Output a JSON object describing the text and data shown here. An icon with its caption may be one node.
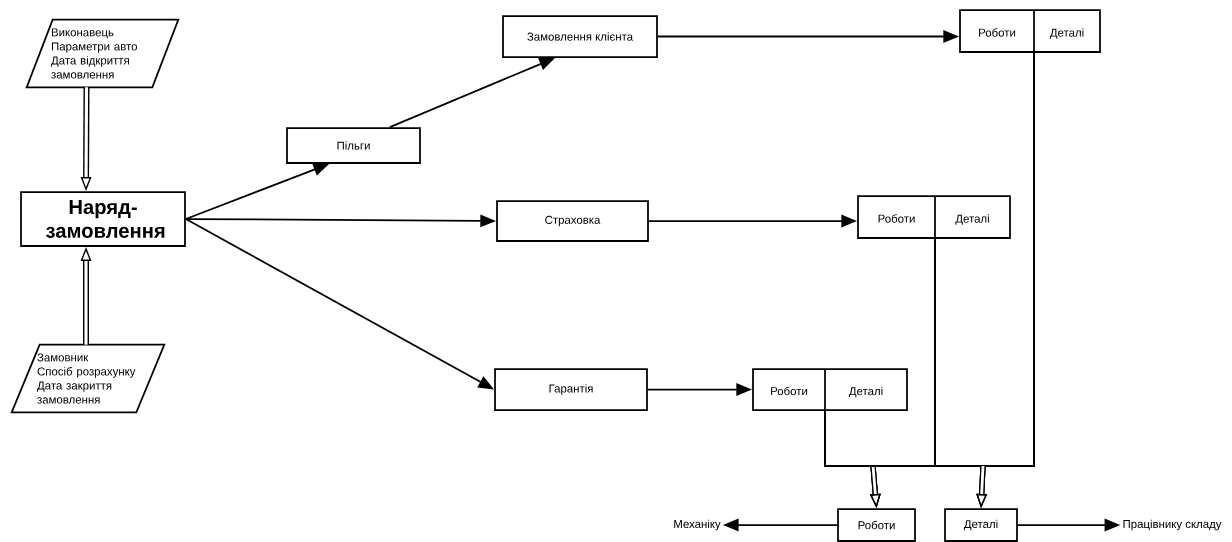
{
  "diagram": {
    "nodes": [
      {
        "text": [
          "Виконавець",
          "Параметри авто",
          "Дата відкриття замовлення"
        ]
      },
      {
        "text": [
          "Наряд-замовлення"
        ]
      },
      {
        "text": [
          "Замовник",
          "Спосіб розрахунку",
          "Дата закриття замовлення"
        ]
      },
      {
        "text": [
          "Пільги"
        ]
      },
      {
        "text": [
          "Замовлення клієнта"
        ]
      },
      {
        "text": [
          "Страховка"
        ]
      },
      {
        "text": [
          "Гарантія"
        ]
      },
      {
        "text": [
          "Роботи",
          "Деталі"
        ]
      },
      {
        "text": [
          "Роботи",
          "Деталі"
        ]
      },
      {
        "text": [
          "Роботи",
          "Деталі"
        ]
      },
      {
        "text": [
          "Роботи"
        ]
      },
      {
        "text": [
          "Деталі"
        ]
      },
      {
        "text": [
          "Механіку"
        ]
      },
      {
        "text": [
          "Працівнику складу"
        ]
      }
    ],
    "edges": [
      {
        "from": 0,
        "to": 1,
        "arrow": "to",
        "style": "thick"
      },
      {
        "from": 2,
        "to": 1,
        "arrow": "to",
        "style": "thick"
      },
      {
        "from": 1,
        "to": 3,
        "arrow": "to"
      },
      {
        "from": 3,
        "to": 4,
        "arrow": "to"
      },
      {
        "from": 1,
        "to": 5,
        "arrow": "to"
      },
      {
        "from": 1,
        "to": 6,
        "arrow": "to"
      },
      {
        "from": 4,
        "to": 7,
        "arrow": "to"
      },
      {
        "from": 5,
        "to": 8,
        "arrow": "to"
      },
      {
        "from": 6,
        "to": 9,
        "arrow": "to"
      },
      {
        "from": 7,
        "to": 10,
        "arrow": "to"
      },
      {
        "from": 7,
        "to": 11,
        "arrow": "to"
      },
      {
        "from": 8,
        "to": 10,
        "arrow": "to"
      },
      {
        "from": 8,
        "to": 11,
        "arrow": "to"
      },
      {
        "from": 9,
        "to": 10,
        "arrow": "to"
      },
      {
        "from": 9,
        "to": 11,
        "arrow": "to"
      },
      {
        "from": 10,
        "to": 12,
        "arrow": "to"
      },
      {
        "from": 11,
        "to": 13,
        "arrow": "to"
      }
    ]
  }
}
